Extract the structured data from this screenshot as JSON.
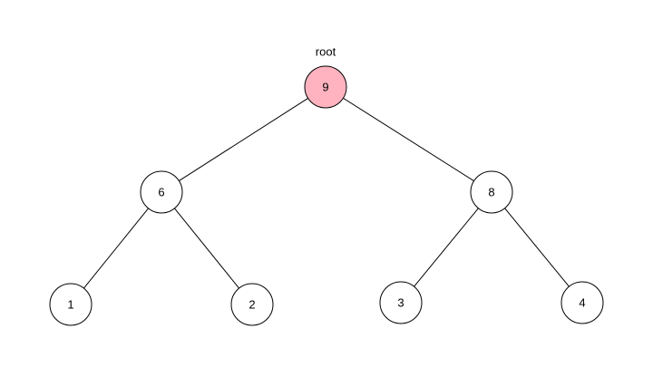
{
  "root_caption": "root",
  "colors": {
    "root_fill": "#ffb3c0",
    "node_fill": "#ffffff",
    "stroke": "#000000"
  },
  "tree": {
    "root": "9",
    "level1": [
      "6",
      "8"
    ],
    "level2": [
      "1",
      "2",
      "3",
      "4"
    ],
    "edges": [
      [
        "9",
        "6"
      ],
      [
        "9",
        "8"
      ],
      [
        "6",
        "1"
      ],
      [
        "6",
        "2"
      ],
      [
        "8",
        "3"
      ],
      [
        "8",
        "4"
      ]
    ]
  }
}
